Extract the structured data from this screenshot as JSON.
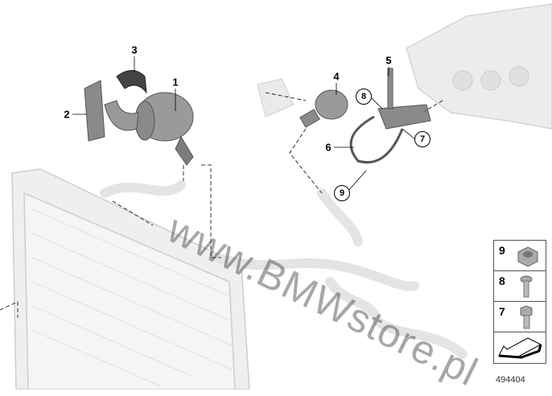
{
  "diagram": {
    "part_labels": [
      "1",
      "2",
      "3",
      "4",
      "5",
      "6"
    ],
    "circled_labels": {
      "label_8": "8",
      "label_7": "7",
      "label_9": "9"
    },
    "watermark": "www.BMWstore.pl",
    "legend": [
      {
        "number": "9",
        "icon": "nut-icon"
      },
      {
        "number": "8",
        "icon": "torx-bolt-icon"
      },
      {
        "number": "7",
        "icon": "hex-bolt-icon"
      },
      {
        "number": "",
        "icon": "direction-arrow-icon"
      }
    ],
    "document_number": "494404"
  }
}
